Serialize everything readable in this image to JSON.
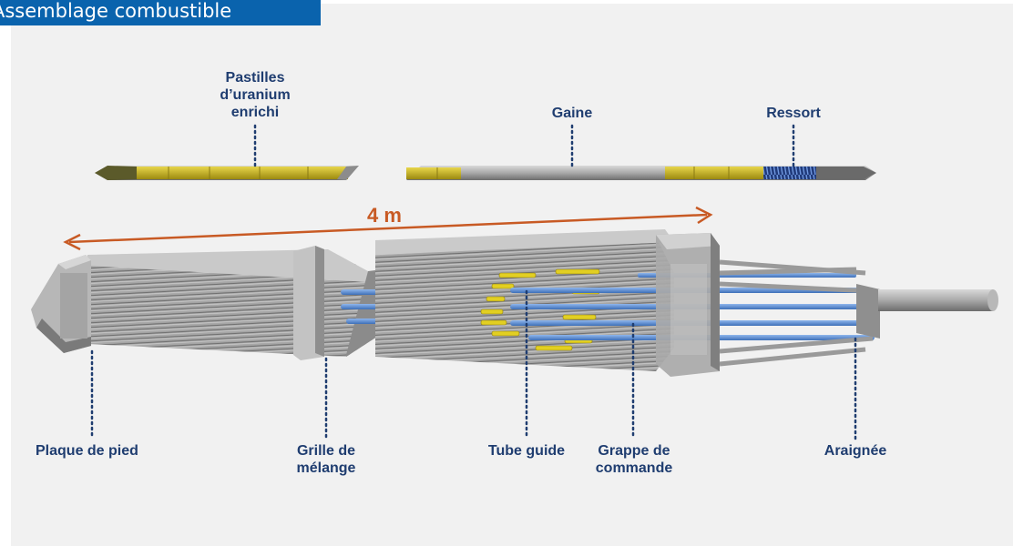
{
  "title": "Assemblage combustible",
  "dimension": "4 m",
  "labels": {
    "pellets": "Pastilles\nd’uranium\nenrichi",
    "cladding": "Gaine",
    "spring": "Ressort",
    "bottom_nozzle": "Plaque de pied",
    "mixing_grid": "Grille de\nmélange",
    "guide_tube": "Tube guide",
    "control_cluster": "Grappe de\ncommande",
    "spider": "Araignée"
  },
  "colors": {
    "title_bg": "#0a63ad",
    "label_text": "#1f3d70",
    "dimension_arrow": "#c85a24",
    "fuel_pellet": "#c8b52a",
    "control_rod": "#5b8fd6",
    "spring": "#2f5fb0"
  }
}
